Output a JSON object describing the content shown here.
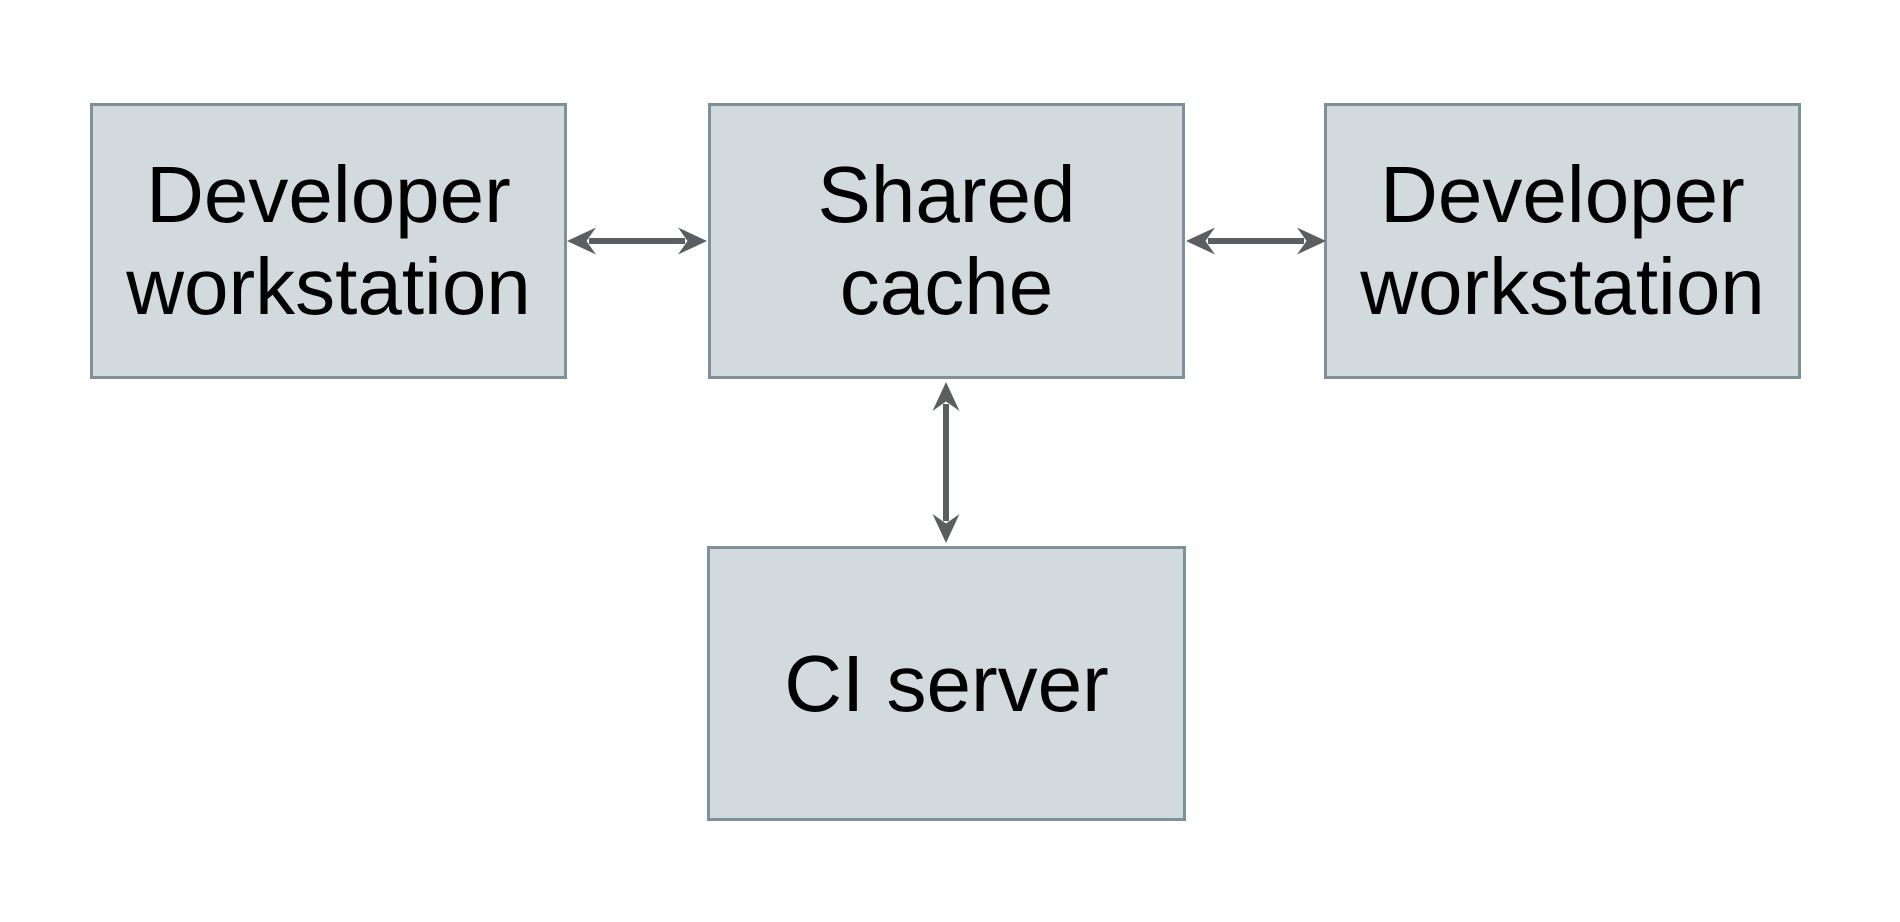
{
  "diagram": {
    "description": "Shared cache topology diagram",
    "background": "#ffffff",
    "colors": {
      "node_fill": "#d3dadd",
      "node_border": "#7e909a",
      "arrow": "#5b5e61",
      "text": "#000000"
    },
    "nodes": {
      "dev_left": {
        "label": "Developer\nworkstation"
      },
      "shared": {
        "label": "Shared\ncache"
      },
      "dev_right": {
        "label": "Developer\nworkstation"
      },
      "ci": {
        "label": "CI server"
      }
    },
    "edges": [
      {
        "from": "dev_left",
        "to": "shared",
        "type": "bidirectional-arrow"
      },
      {
        "from": "shared",
        "to": "dev_right",
        "type": "bidirectional-arrow"
      },
      {
        "from": "shared",
        "to": "ci",
        "type": "bidirectional-arrow"
      }
    ]
  }
}
